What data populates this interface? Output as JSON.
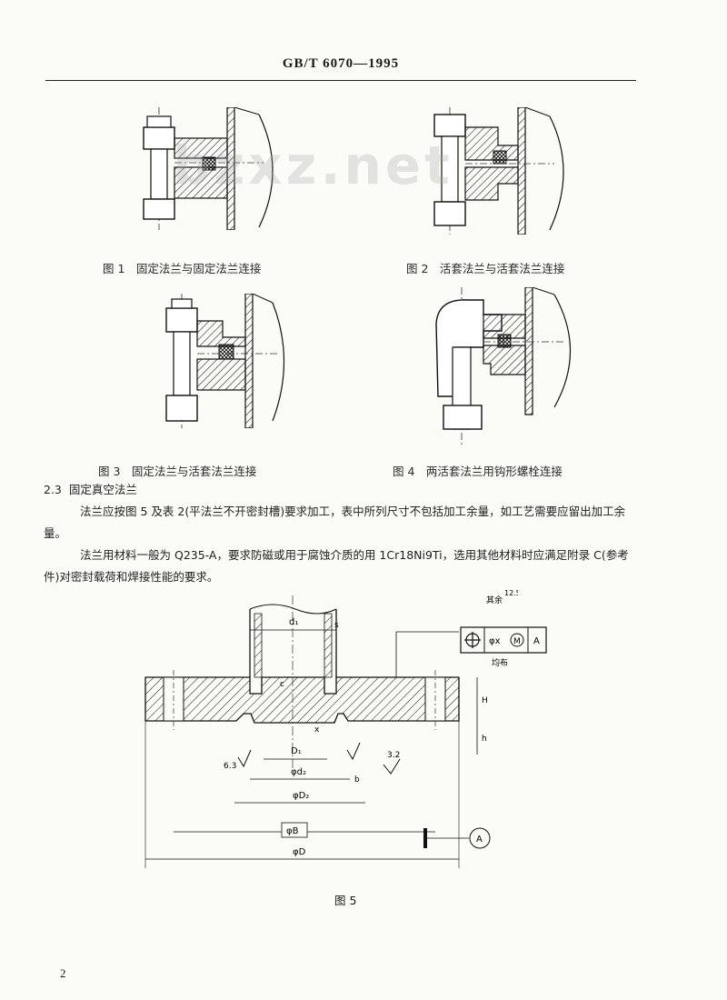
{
  "header": {
    "standard": "GB/T 6070—1995"
  },
  "watermark": "bzxz.net",
  "figures": [
    {
      "caption": "图 1　固定法兰与固定法兰连接"
    },
    {
      "caption": "图 2　活套法兰与活套法兰连接"
    },
    {
      "caption": "图 3　固定法兰与活套法兰连接"
    },
    {
      "caption": "图 4　两活套法兰用钩形螺栓连接"
    }
  ],
  "section": {
    "number": "2.3",
    "title": "固定真空法兰"
  },
  "paragraphs": [
    "法兰应按图 5 及表 2(平法兰不开密封槽)要求加工，表中所列尺寸不包括加工余量，如工艺需要应留出加工余量。",
    "法兰用材料一般为 Q235-A，要求防磁或用于腐蚀介质的用 1Cr18Ni9Ti，选用其他材料时应满足附录 C(参考件)对密封载荷和焊接性能的要求。"
  ],
  "figure5": {
    "caption": "图 5",
    "labels": {
      "d1": "d₁",
      "D1": "D₁",
      "phi_d2": "φd₂",
      "phi_D2": "φD₂",
      "phi_B": "φB",
      "phi_D": "φD",
      "A_datum": "A",
      "s": "s",
      "H": "H",
      "b": "b",
      "c": "c",
      "h": "h",
      "x": "x",
      "rough_63": "6.3",
      "rough_32": "3.2",
      "rough_125": "12.5",
      "rest_label": "其余",
      "tol_phi_x": "φx",
      "tol_M": "M",
      "tol_A": "A",
      "holes_label": "均布"
    }
  },
  "page_number": "2"
}
